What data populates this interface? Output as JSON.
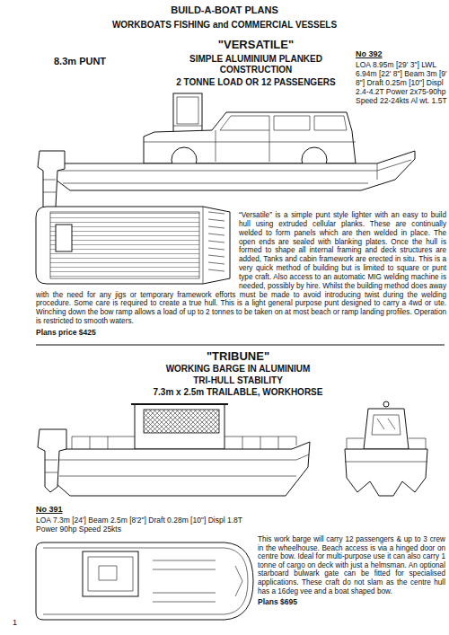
{
  "diagram": {
    "title": "BUILD-A-BOAT PLANS",
    "labels": [
      "WORKBOATS FISHING and COMMERCIAL VESSELS",
      "\"VERSATILE\"",
      "8.3m PUNT",
      "SIMPLE ALUMINIUM PLANKED CONSTRUCTION",
      "2 TONNE LOAD OR 12 PASSENGERS",
      "No 392",
      "LOA 8.95m [29' 3\"] LWL 6.94m [22' 8\"] Beam 3m [9' 8\"] Draft 0.25m [10\"] Displ 2.4-4.2T Power 2x75-90hp Speed 22-24kts Al wt. 1.5T",
      "“Versatile” is a simple punt style lighter with an easy to build hull using extruded cellular planks. These are continually welded to form panels which are then welded in place. The open ends are sealed with blanking plates. Once the hull is formed to shape all internal framing and deck structures are added, Tanks and cabin framework are erected in situ. This is a very quick method of building but is limited to square or punt type craft. Also access to an automatic MIG welding machine is needed, possibly by hire. Whilst the building method does away with the need for any jigs or temporary framework efforts must be made to avoid introducing twist during the welding procedure. Some care is required to create a true hull. This is a light general purpose punt designed to carry a 4wd or ute. Winching down the bow ramp allows a load of up to 2 tonnes to be taken on at most beach or ramp landing profiles. Operation is restricted to smooth waters.",
      "Plans price $425",
      "\"TRIBUNE\"",
      "WORKING BARGE IN ALUMINIUM",
      "TRI-HULL STABILITY",
      "7.3m x 2.5m TRAILABLE, WORKHORSE",
      "No 391",
      "LOA 7.3m [24'] Beam 2.5m [8'2\"] Draft 0.28m [10\"] Displ 1.8T Power 90hp Speed 25kts",
      "This work barge will carry 12 passengers & up to 3 crew in the wheelhouse. Beach access is via a hinged door on centre bow. Ideal for multi-purpose use it can also carry 1 tonne of cargo on deck with just a helmsman. An optional starboard bulwark gate can be fitted for specialised applications. These craft do not slam as the centre hull has a 16deg vee and a boat shaped bow.",
      "Plans $695",
      "1"
    ]
  }
}
